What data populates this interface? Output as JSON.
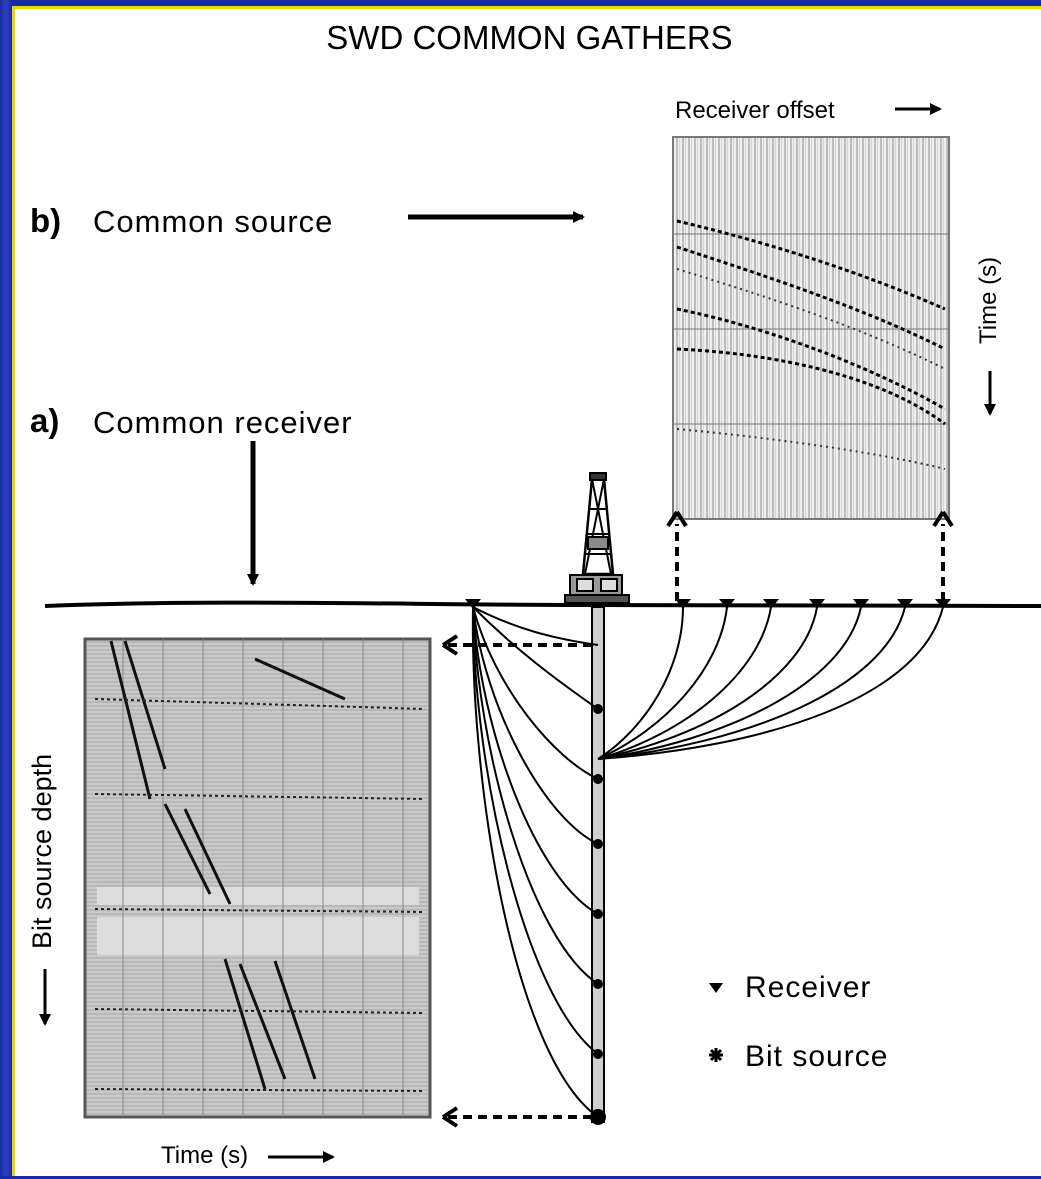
{
  "title": "SWD COMMON GATHERS",
  "panel_b": {
    "tag": "b)",
    "label": "Common source",
    "x_axis": "Receiver offset",
    "y_axis": "Time (s)"
  },
  "panel_a": {
    "tag": "a)",
    "label": "Common receiver",
    "x_axis": "Time (s)",
    "y_axis": "Bit source depth"
  },
  "legend": {
    "receiver": "Receiver",
    "bit_source": "Bit source"
  },
  "colors": {
    "frame": "#1b2ea8",
    "border": "#e8d800",
    "panel": "#ffffff",
    "ink": "#000000"
  },
  "icons": [
    "arrow-right-icon",
    "arrow-down-icon",
    "receiver-triangle-icon",
    "bit-source-star-icon",
    "drilling-rig-icon"
  ]
}
